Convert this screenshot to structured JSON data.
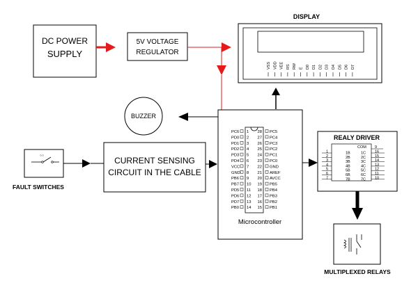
{
  "blocks": {
    "dc_supply": {
      "line1": "DC POWER",
      "line2": "SUPPLY"
    },
    "regulator": {
      "line1": "5V VOLTAGE",
      "line2": "REGULATOR"
    },
    "display": {
      "title": "DISPLAY",
      "pins": [
        "VSS",
        "VDD",
        "VEE",
        "RS",
        "RW",
        "E",
        "D0",
        "D1",
        "D2",
        "D3",
        "D4",
        "D5",
        "D6",
        "D7"
      ]
    },
    "buzzer": {
      "label": "BUZZER"
    },
    "current_sensing": {
      "line1": "CURRENT SENSING",
      "line2": "CIRCUIT IN THE CABLE"
    },
    "fault_switches": {
      "label": "FAULT SWITCHES"
    },
    "microcontroller": {
      "label": "Microcontroller",
      "left_pins": [
        "PC6",
        "PD0",
        "PD1",
        "PD2",
        "PD3",
        "PD4",
        "VCC",
        "GND",
        "PB6",
        "PB7",
        "PD5",
        "PD6",
        "PD7",
        "PB0"
      ],
      "left_nums": [
        "1",
        "2",
        "3",
        "4",
        "5",
        "6",
        "7",
        "8",
        "9",
        "10",
        "11",
        "12",
        "13",
        "14"
      ],
      "right_nums": [
        "28",
        "27",
        "26",
        "25",
        "24",
        "23",
        "22",
        "21",
        "20",
        "19",
        "18",
        "17",
        "16",
        "15"
      ],
      "right_pins": [
        "PC5",
        "PC4",
        "PC3",
        "PC2",
        "PC1",
        "PC0",
        "GND",
        "AREF",
        "AVCC",
        "PB5",
        "PB4",
        "PB3",
        "PB2",
        "PB1"
      ]
    },
    "relay_driver": {
      "title": "REALY DRIVER",
      "com": "COM",
      "com_num": "9",
      "left_nums": [
        "1",
        "2",
        "3",
        "4",
        "5",
        "6",
        "7"
      ],
      "left_pins": [
        "1B",
        "2B",
        "3B",
        "4B",
        "5B",
        "6B",
        "7B"
      ],
      "right_pins": [
        "1C",
        "2C",
        "3C",
        "4C",
        "5C",
        "6C",
        "7C"
      ],
      "right_nums": [
        "16",
        "15",
        "14",
        "13",
        "12",
        "11",
        "10"
      ]
    },
    "relays": {
      "label": "MULTIPLEXED RELAYS"
    }
  },
  "colors": {
    "power_line": "#e31b1b",
    "signal": "#000000"
  }
}
